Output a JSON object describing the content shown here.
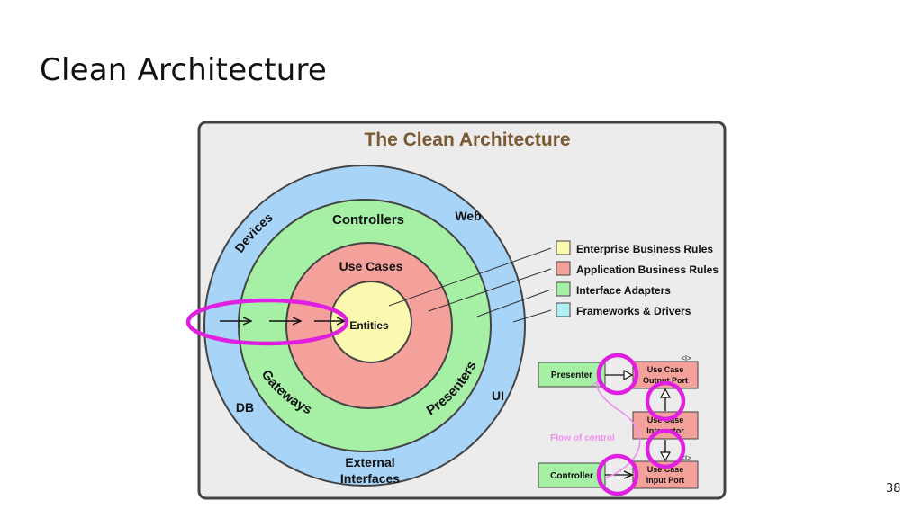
{
  "slide": {
    "title": "Clean Architecture",
    "page_number": "38"
  },
  "diagram": {
    "title": "The Clean Architecture",
    "rings": {
      "outer": {
        "labels": [
          "Devices",
          "Web",
          "DB",
          "UI",
          "External",
          "Interfaces"
        ],
        "color": "#a8d4f7"
      },
      "adapters": {
        "labels": [
          "Controllers",
          "Gateways",
          "Presenters"
        ],
        "color": "#a6f0a6"
      },
      "use_cases": {
        "label": "Use Cases",
        "color": "#f5a19b"
      },
      "entities": {
        "label": "Entities",
        "color": "#fbf9b0"
      }
    },
    "legend": [
      {
        "label": "Enterprise Business Rules",
        "color": "#fbf9b0"
      },
      {
        "label": "Application Business Rules",
        "color": "#f5a19b"
      },
      {
        "label": "Interface Adapters",
        "color": "#a6f0a6"
      },
      {
        "label": "Frameworks & Drivers",
        "color": "#b0f0f5"
      }
    ],
    "flow": {
      "presenter": "Presenter",
      "controller": "Controller",
      "output_port": [
        "Use Case",
        "Output Port"
      ],
      "interactor": [
        "Use Case",
        "Interactor"
      ],
      "input_port": [
        "Use Case",
        "Input Port"
      ],
      "interface_tag": "<I>",
      "flow_label": "Flow of control"
    },
    "highlight_color": "#e020e0"
  }
}
